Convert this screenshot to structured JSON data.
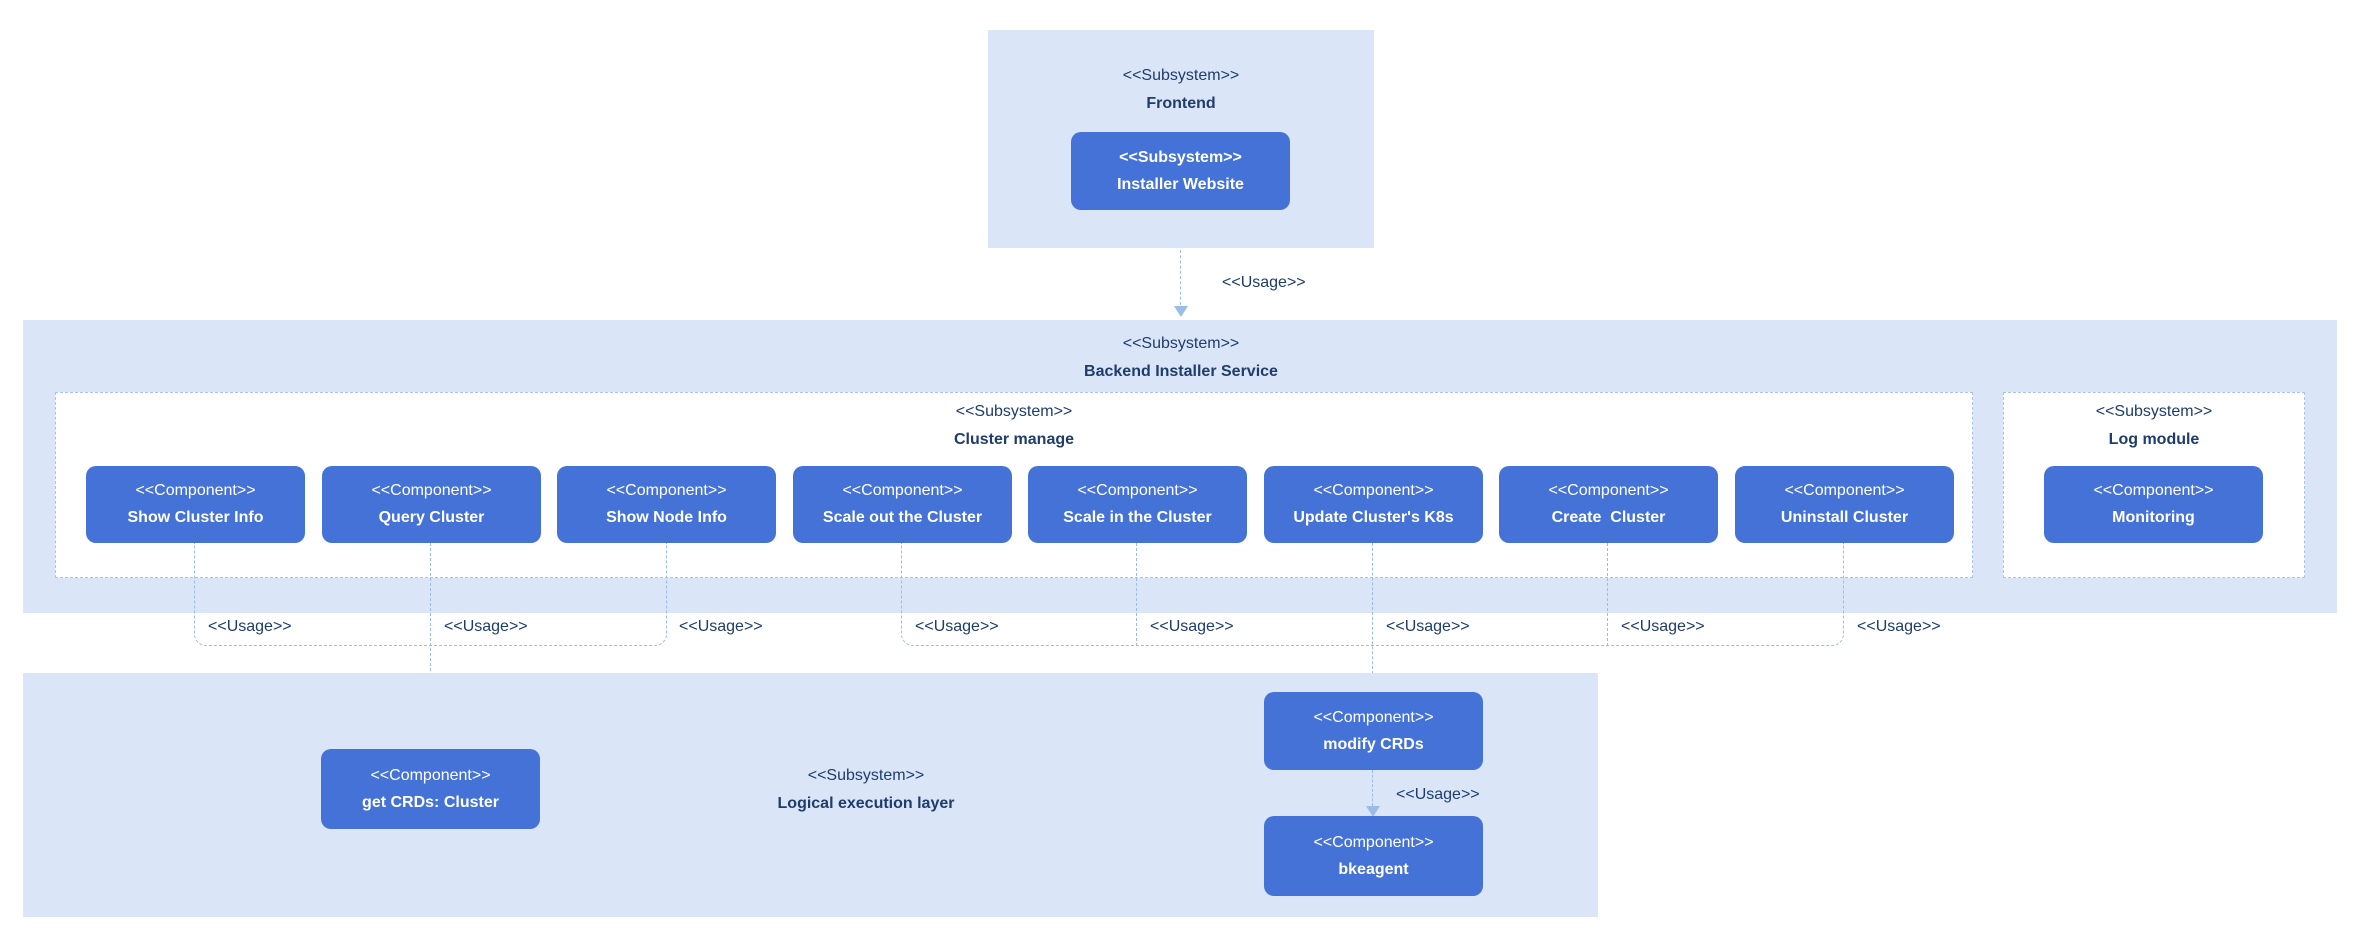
{
  "colors": {
    "panel_fill": "#dae6f8",
    "component_fill": "#4472d6",
    "component_text": "#ffffff",
    "title_text": "#1e3c6c",
    "dashed_line": "#9bbce9",
    "dashed_border": "#a5c3ee",
    "page_background": "#ffffff"
  },
  "frontend": {
    "stereotype": "<<Subsystem>>",
    "name": "Frontend",
    "installer_website": {
      "stereotype": "<<Subsystem>>",
      "name": "Installer Website"
    }
  },
  "frontend_to_backend": {
    "usage_label": "<<Usage>>"
  },
  "backend": {
    "stereotype": "<<Subsystem>>",
    "name": "Backend Installer Service"
  },
  "cluster_manage": {
    "stereotype": "<<Subsystem>>",
    "name": "Cluster manage",
    "components": [
      {
        "stereotype": "<<Component>>",
        "name": "Show Cluster Info"
      },
      {
        "stereotype": "<<Component>>",
        "name": "Query Cluster"
      },
      {
        "stereotype": "<<Component>>",
        "name": "Show Node Info"
      },
      {
        "stereotype": "<<Component>>",
        "name": "Scale out the Cluster"
      },
      {
        "stereotype": "<<Component>>",
        "name": "Scale in the Cluster"
      },
      {
        "stereotype": "<<Component>>",
        "name": "Update Cluster's K8s"
      },
      {
        "stereotype": "<<Component>>",
        "name": "Create  Cluster"
      },
      {
        "stereotype": "<<Component>>",
        "name": "Uninstall Cluster"
      }
    ]
  },
  "log_module": {
    "stereotype": "<<Subsystem>>",
    "name": "Log module",
    "components": [
      {
        "stereotype": "<<Component>>",
        "name": "Monitoring"
      }
    ]
  },
  "usage_row": {
    "labels": [
      "<<Usage>>",
      "<<Usage>>",
      "<<Usage>>",
      "<<Usage>>",
      "<<Usage>>",
      "<<Usage>>",
      "<<Usage>>",
      "<<Usage>>"
    ]
  },
  "execution_layer": {
    "stereotype": "<<Subsystem>>",
    "name": "Logical execution layer",
    "get_crds": {
      "stereotype": "<<Component>>",
      "name": "get CRDs: Cluster"
    },
    "modify_crds": {
      "stereotype": "<<Component>>",
      "name": "modify CRDs"
    },
    "bkeagent": {
      "stereotype": "<<Component>>",
      "name": "bkeagent"
    },
    "modify_to_bkeagent_usage": "<<Usage>>"
  }
}
